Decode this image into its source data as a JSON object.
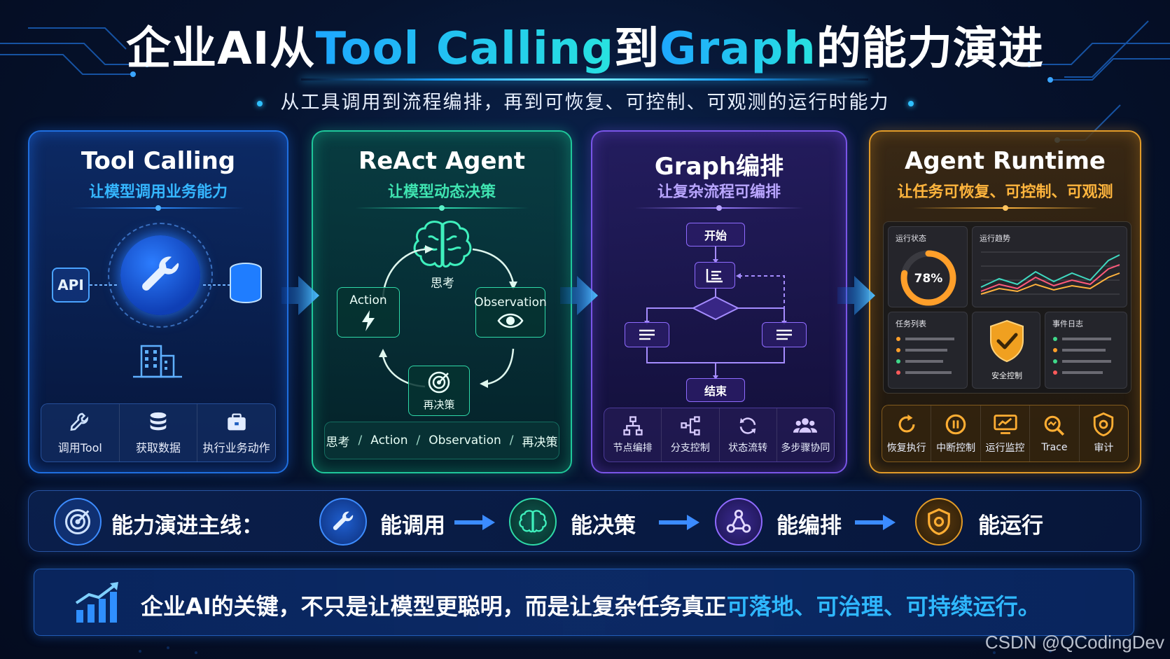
{
  "header": {
    "title_a": "企业AI从",
    "title_b": "Tool Calling",
    "title_c": "到",
    "title_d": "Graph",
    "title_e": "的能力演进",
    "subtitle": "从工具调用到流程编排，再到可恢复、可控制、可观测的运行时能力"
  },
  "panels": [
    {
      "title": "Tool Calling",
      "subtitle": "让模型调用业务能力",
      "api_label": "API",
      "items": [
        "调用Tool",
        "获取数据",
        "执行业务动作"
      ]
    },
    {
      "title": "ReAct Agent",
      "subtitle": "让模型动态决策",
      "think_label": "思考",
      "action_label": "Action",
      "observation_label": "Observation",
      "redecide_label": "再决策",
      "bar": [
        "思考",
        "Action",
        "Observation",
        "再决策"
      ],
      "bar_sep": "/"
    },
    {
      "title": "Graph编排",
      "subtitle": "让复杂流程可编排",
      "start_label": "开始",
      "end_label": "结束",
      "items": [
        "节点编排",
        "分支控制",
        "状态流转",
        "多步骤协同"
      ]
    },
    {
      "title": "Agent Runtime",
      "subtitle": "让任务可恢复、可控制、可观测",
      "status_title": "运行状态",
      "status_value": "78%",
      "status_fraction": 0.78,
      "trend_title": "运行趋势",
      "tasks_title": "任务列表",
      "security_label": "安全控制",
      "events_title": "事件日志",
      "items": [
        "恢复执行",
        "中断控制",
        "运行监控",
        "Trace",
        "审计"
      ]
    }
  ],
  "mainline": {
    "label": "能力演进主线：",
    "steps": [
      "能调用",
      "能决策",
      "能编排",
      "能运行"
    ]
  },
  "footer": {
    "text_a": "企业AI的关键，不只是让模型更聪明，而是让复杂任务真正",
    "text_b": "可落地、可治理、可持续运行。"
  },
  "watermark": "CSDN @QCodingDev",
  "colors": {
    "blue": "#2b8cff",
    "green": "#2fd9a8",
    "purple": "#8f6bff",
    "orange": "#ffb53d"
  }
}
